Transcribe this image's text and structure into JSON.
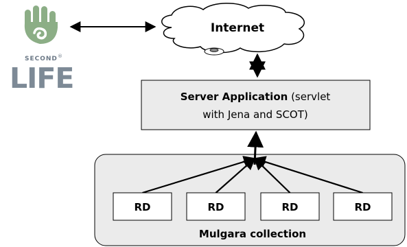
{
  "logo": {
    "top_text": "SECOND",
    "registered_mark": "®",
    "bottom_text": "LIFE",
    "colors": {
      "hand": "#8cae86",
      "swirl": "#5a8a5e",
      "life_text": "#7d8a96",
      "second_text": "#6b7886"
    }
  },
  "internet": {
    "label": "Internet"
  },
  "server": {
    "bold_text": "Server Application",
    "line1_rest": " (servlet",
    "line2": "with Jena and SCOT)"
  },
  "collection": {
    "label": "Mulgara collection",
    "rd_boxes": [
      "RD",
      "RD",
      "RD",
      "RD"
    ]
  },
  "colors": {
    "box_fill": "#ebebeb",
    "stroke": "#000000",
    "background": "#ffffff"
  }
}
